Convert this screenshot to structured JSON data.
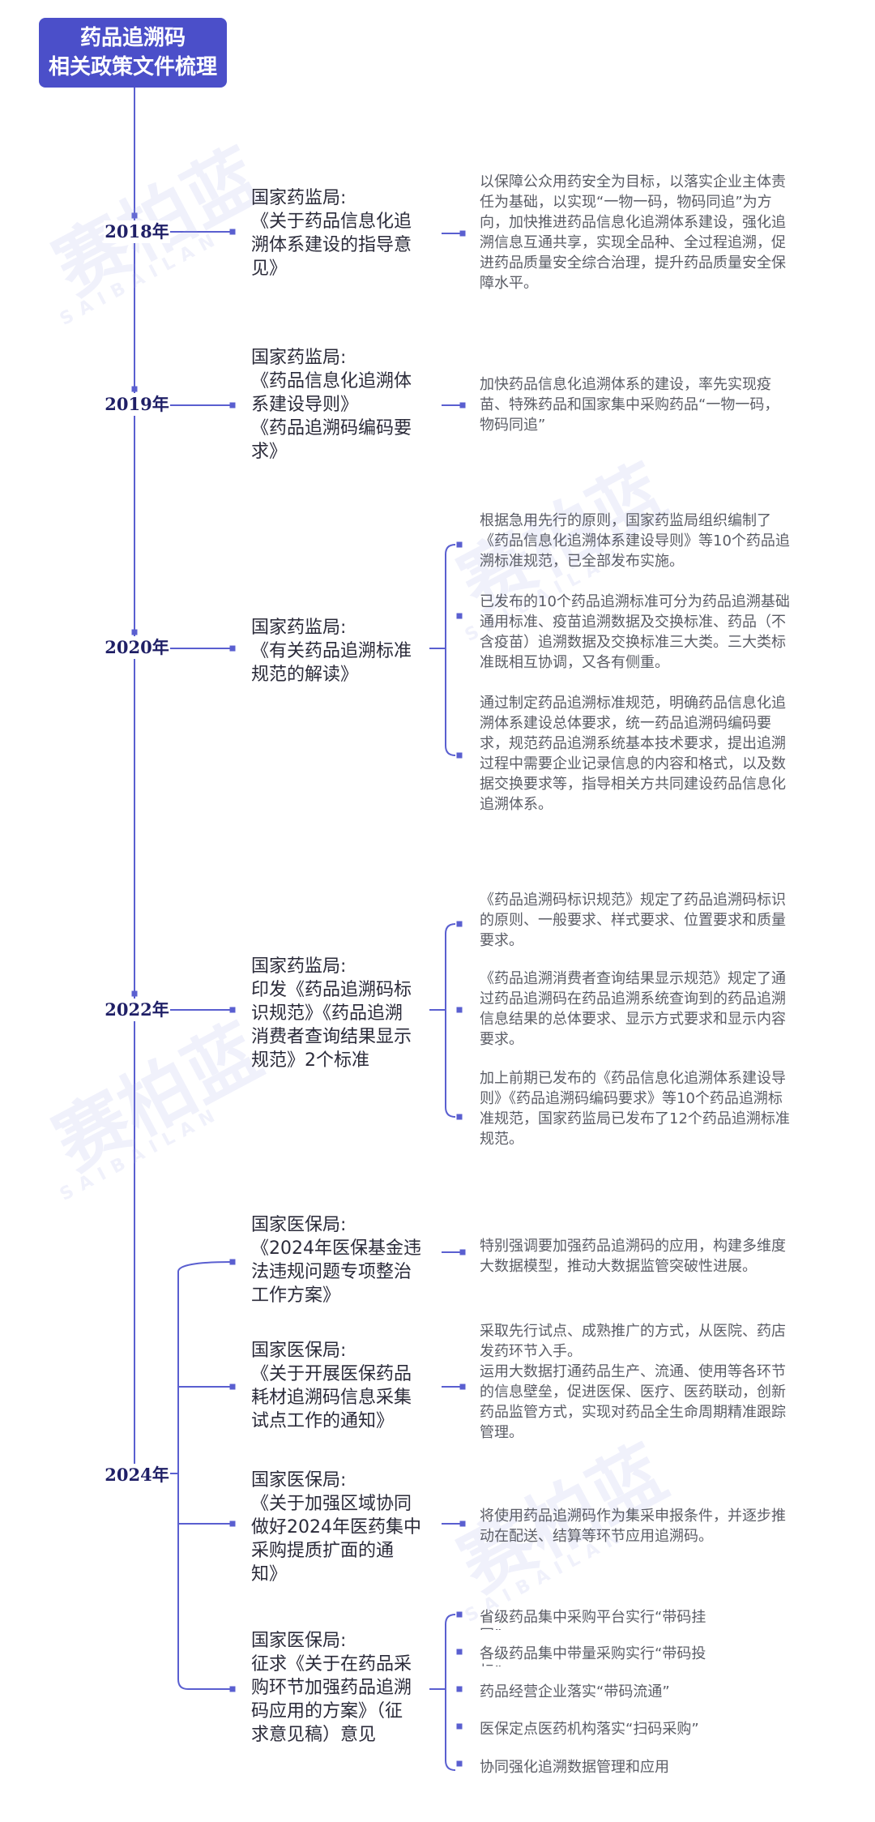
{
  "title": {
    "line1": "药品追溯码",
    "line2": "相关政策文件梳理"
  },
  "watermark": {
    "cn": "赛柏蓝",
    "en": "SAIBAILAN"
  },
  "colors": {
    "accent": "#4b4fc9",
    "line": "#5a5fd0",
    "year": "#1f1f66",
    "doc": "#2b2b3a",
    "desc": "#5b5d66"
  },
  "years": [
    "2018年",
    "2019年",
    "2020年",
    "2022年",
    "2024年"
  ],
  "entries": [
    {
      "doc": [
        "国家药监局:",
        "《关于药品信息化追",
        "溯体系建设的指导意",
        "见》"
      ],
      "desc": [
        "以保障公众用药安全为目标，以落实企业主体责",
        "任为基础，以实现“一物一码，物码同追”为方",
        "向，加快推进药品信息化追溯体系建设，强化追",
        "溯信息互通共享，实现全品种、全过程追溯，促",
        "进药品质量安全综合治理，提升药品质量安全保",
        "障水平。"
      ]
    },
    {
      "doc": [
        "国家药监局:",
        "《药品信息化追溯体",
        "系建设导则》",
        "《药品追溯码编码要",
        "求》"
      ],
      "desc": [
        "加快药品信息化追溯体系的建设，率先实现疫",
        "苗、特殊药品和国家集中采购药品“一物一码，",
        "物码同追”"
      ]
    },
    {
      "doc": [
        "国家药监局:",
        "《有关药品追溯标准",
        "规范的解读》"
      ],
      "descs": [
        [
          "根据急用先行的原则，国家药监局组织编制了",
          "《药品信息化追溯体系建设导则》等10个药品追",
          "溯标准规范，已全部发布实施。"
        ],
        [
          "已发布的10个药品追溯标准可分为药品追溯基础",
          "通用标准、疫苗追溯数据及交换标准、药品（不",
          "含疫苗）追溯数据及交换标准三大类。三大类标",
          "准既相互协调，又各有侧重。"
        ],
        [
          "通过制定药品追溯标准规范，明确药品信息化追",
          "溯体系建设总体要求，统一药品追溯码编码要",
          "求，规范药品追溯系统基本技术要求，提出追溯",
          "过程中需要企业记录信息的内容和格式，以及数",
          "据交换要求等，指导相关方共同建设药品信息化",
          "追溯体系。"
        ]
      ]
    },
    {
      "doc": [
        "国家药监局:",
        "印发《药品追溯码标",
        "识规范》《药品追溯",
        "消费者查询结果显示",
        "规范》2个标准"
      ],
      "descs": [
        [
          "《药品追溯码标识规范》规定了药品追溯码标识",
          "的原则、一般要求、样式要求、位置要求和质量",
          "要求。"
        ],
        [
          "《药品追溯消费者查询结果显示规范》规定了通",
          "过药品追溯码在药品追溯系统查询到的药品追溯",
          "信息结果的总体要求、显示方式要求和显示内容",
          "要求。"
        ],
        [
          "加上前期已发布的《药品信息化追溯体系建设导",
          "则》《药品追溯码编码要求》等10个药品追溯标",
          "准规范，国家药监局已发布了12个药品追溯标准",
          "规范。"
        ]
      ]
    },
    {
      "doc": [
        "国家医保局:",
        "《2024年医保基金违",
        "法违规问题专项整治",
        "工作方案》"
      ],
      "desc": [
        "特别强调要加强药品追溯码的应用，构建多维度",
        "大数据模型，推动大数据监管突破性进展。"
      ]
    },
    {
      "doc": [
        "国家医保局:",
        "《关于开展医保药品",
        "耗材追溯码信息采集",
        "试点工作的通知》"
      ],
      "desc": [
        "采取先行试点、成熟推广的方式，从医院、药店",
        "发药环节入手。",
        "运用大数据打通药品生产、流通、使用等各环节",
        "的信息壁垒，促进医保、医疗、医药联动，创新",
        "药品监管方式，实现对药品全生命周期精准跟踪",
        "管理。"
      ]
    },
    {
      "doc": [
        "国家医保局:",
        "《关于加强区域协同",
        "做好2024年医药集中",
        "采购提质扩面的通",
        "知》"
      ],
      "desc": [
        "将使用药品追溯码作为集采申报条件，并逐步推",
        "动在配送、结算等环节应用追溯码。"
      ]
    },
    {
      "doc": [
        "国家医保局:",
        "征求《关于在药品采",
        "购环节加强药品追溯",
        "码应用的方案》（征",
        "求意见稿）意见"
      ],
      "bullets": [
        "省级药品集中采购平台实行“带码挂网”",
        "各级药品集中带量采购实行“带码投标”",
        "药品经营企业落实“带码流通”",
        "医保定点医药机构落实“扫码采购”",
        "协同强化追溯数据管理和应用"
      ]
    }
  ]
}
